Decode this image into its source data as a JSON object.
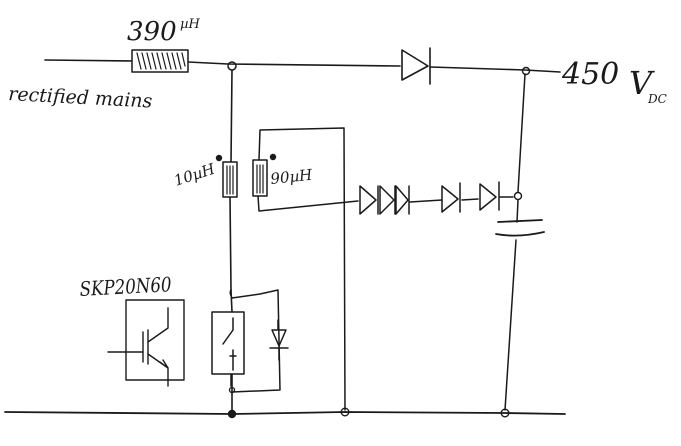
{
  "labels": {
    "choke_value": "390",
    "choke_unit": "µH",
    "input": "rectified mains",
    "output_voltage": "450",
    "output_unit": "V",
    "output_sub": "DC",
    "coupled_primary": "10µH",
    "coupled_secondary": "90µH",
    "module": "SKP20N60"
  },
  "colors": {
    "ink": "#1a1a1a",
    "paper": "#ffffff"
  },
  "icons": [
    "inductor-icon",
    "diode-icon",
    "capacitor-icon",
    "igbt-icon",
    "switch-icon",
    "dot-marker-icon"
  ]
}
